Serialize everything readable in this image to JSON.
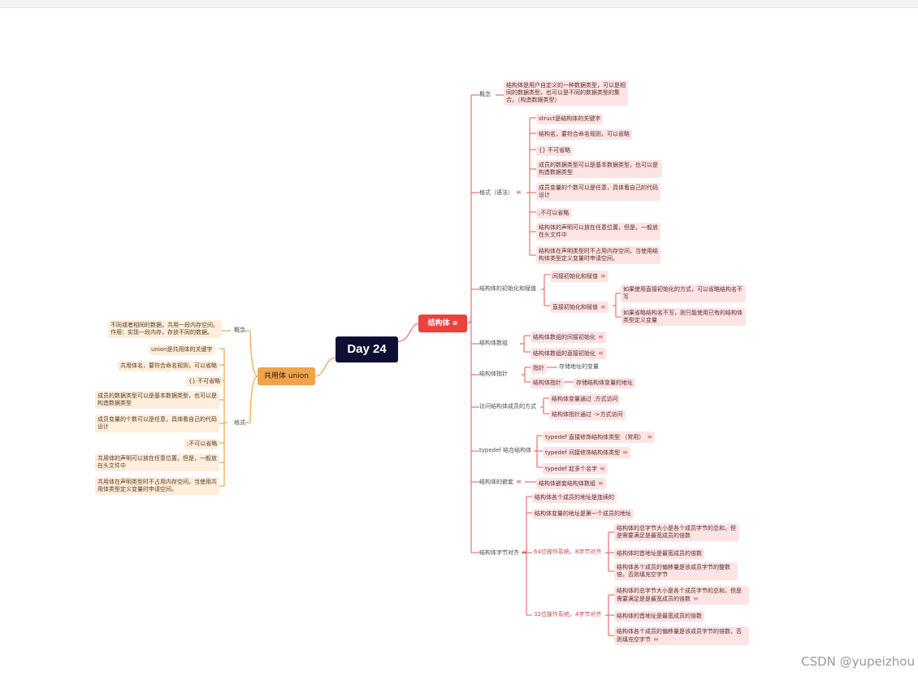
{
  "root": "Day 24",
  "struct": {
    "label": "结构体",
    "concept": {
      "label": "概念",
      "text": "结构体是用户自定义的一种数据类型，可以是相同的数据类型，也可以是不同的数据类型的集合。（构造数据类型）"
    },
    "format": {
      "label": "格式（语法）",
      "items": [
        "struct是结构体的关键字",
        "结构名，要符合命名规则，可以省略",
        "{} 不可省略",
        "成员的数据类型可以是基本数据类型，也可以是构造数据类型",
        "成员变量的个数可以是任意，具体看自己的代码设计",
        ";不可以省略",
        "结构体的声明可以放在任意位置，但是，一般放在头文件中",
        "结构体在声明类型时不占用内存空间，当使用结构体类型定义变量时申请空间。"
      ]
    },
    "init": {
      "label": "结构体的初始化和赋值",
      "indirect": "间接初始化和赋值",
      "direct": "直接初始化和赋值",
      "direct_items": [
        "如果使用直接初始化的方式，可以省略结构名不写",
        "如果省略结构名不写，则只能使用已有的结构体类型定义变量"
      ]
    },
    "array": {
      "label": "结构体数组",
      "items": [
        "结构体数组的间接初始化",
        "结构体数组的直接初始化"
      ]
    },
    "pointer": {
      "label": "结构体指针",
      "items": [
        {
          "label": "指针",
          "child": "存储地址的变量"
        },
        {
          "label": "结构体指针",
          "child": "存储结构体变量的地址"
        }
      ]
    },
    "access": {
      "label": "访问结构体成员的方式",
      "items": [
        "结构体变量通过 .方式访问",
        "结构体指针通过 ->方式访问"
      ]
    },
    "typedef": {
      "label": "typedef 结合结构体",
      "items": [
        "typedef 直接修饰结构体类型 （常用）",
        "typedef 间接修饰结构体类型",
        "typedef 起多个名字"
      ]
    },
    "nest": {
      "label": "结构体的嵌套",
      "child": "结构体嵌套结构体数组"
    },
    "align": {
      "label": "结构体字节对齐",
      "items": [
        "结构体各个成员的地址是连续的",
        "结构体变量的地址是第一个成员的地址"
      ],
      "sys64": {
        "label": "64位操作系统，8字节对齐",
        "items": [
          "结构体的总字节大小是各个成员字节的总和，但是需要满足是最宽成员的倍数",
          "结构体的首地址是最宽成员的倍数",
          "结构体各个成员的偏移量是该成员字节的整数倍，否则填充空字节"
        ]
      },
      "sys32": {
        "label": "32位操作系统，4字节对齐",
        "items": [
          "结构体的总字节大小是各个成员字节的总和，但是需要满足是是最宽成员的倍数",
          "结构体的首地址是最宽成员的倍数",
          "结构体各个成员的偏移量是该成员字节的倍数，否则填充空字节"
        ]
      }
    }
  },
  "union": {
    "label": "共用体 union",
    "concept": {
      "label": "概念",
      "text": "不同或者相同的数据，共用一段内存空间。作用：实现一段内存，存放不同的数据。"
    },
    "format": {
      "label": "格式",
      "items": [
        "union是共用体的关键字",
        "共用体名，要符合命名规则，可以省略",
        "{} 不可省略",
        "成员的数据类型可以是基本数据类型，也可以是构造数据类型",
        "成员变量的个数可以是任意，具体看自己的代码设计",
        ";不可以省略",
        "共用体的声明可以放在任意位置，但是，一般放在头文件中",
        "共用体在声明类型时不占用内存空间，当使用共用体类型定义变量时申请空间。"
      ]
    }
  },
  "note_icon": "note-icon",
  "colors": {
    "root": "#0d1033",
    "struct": "#e9433f",
    "union": "#f2a248",
    "struct_link": "#e8716e",
    "union_link": "#f2a248"
  },
  "watermark": "CSDN @yupeizhou"
}
